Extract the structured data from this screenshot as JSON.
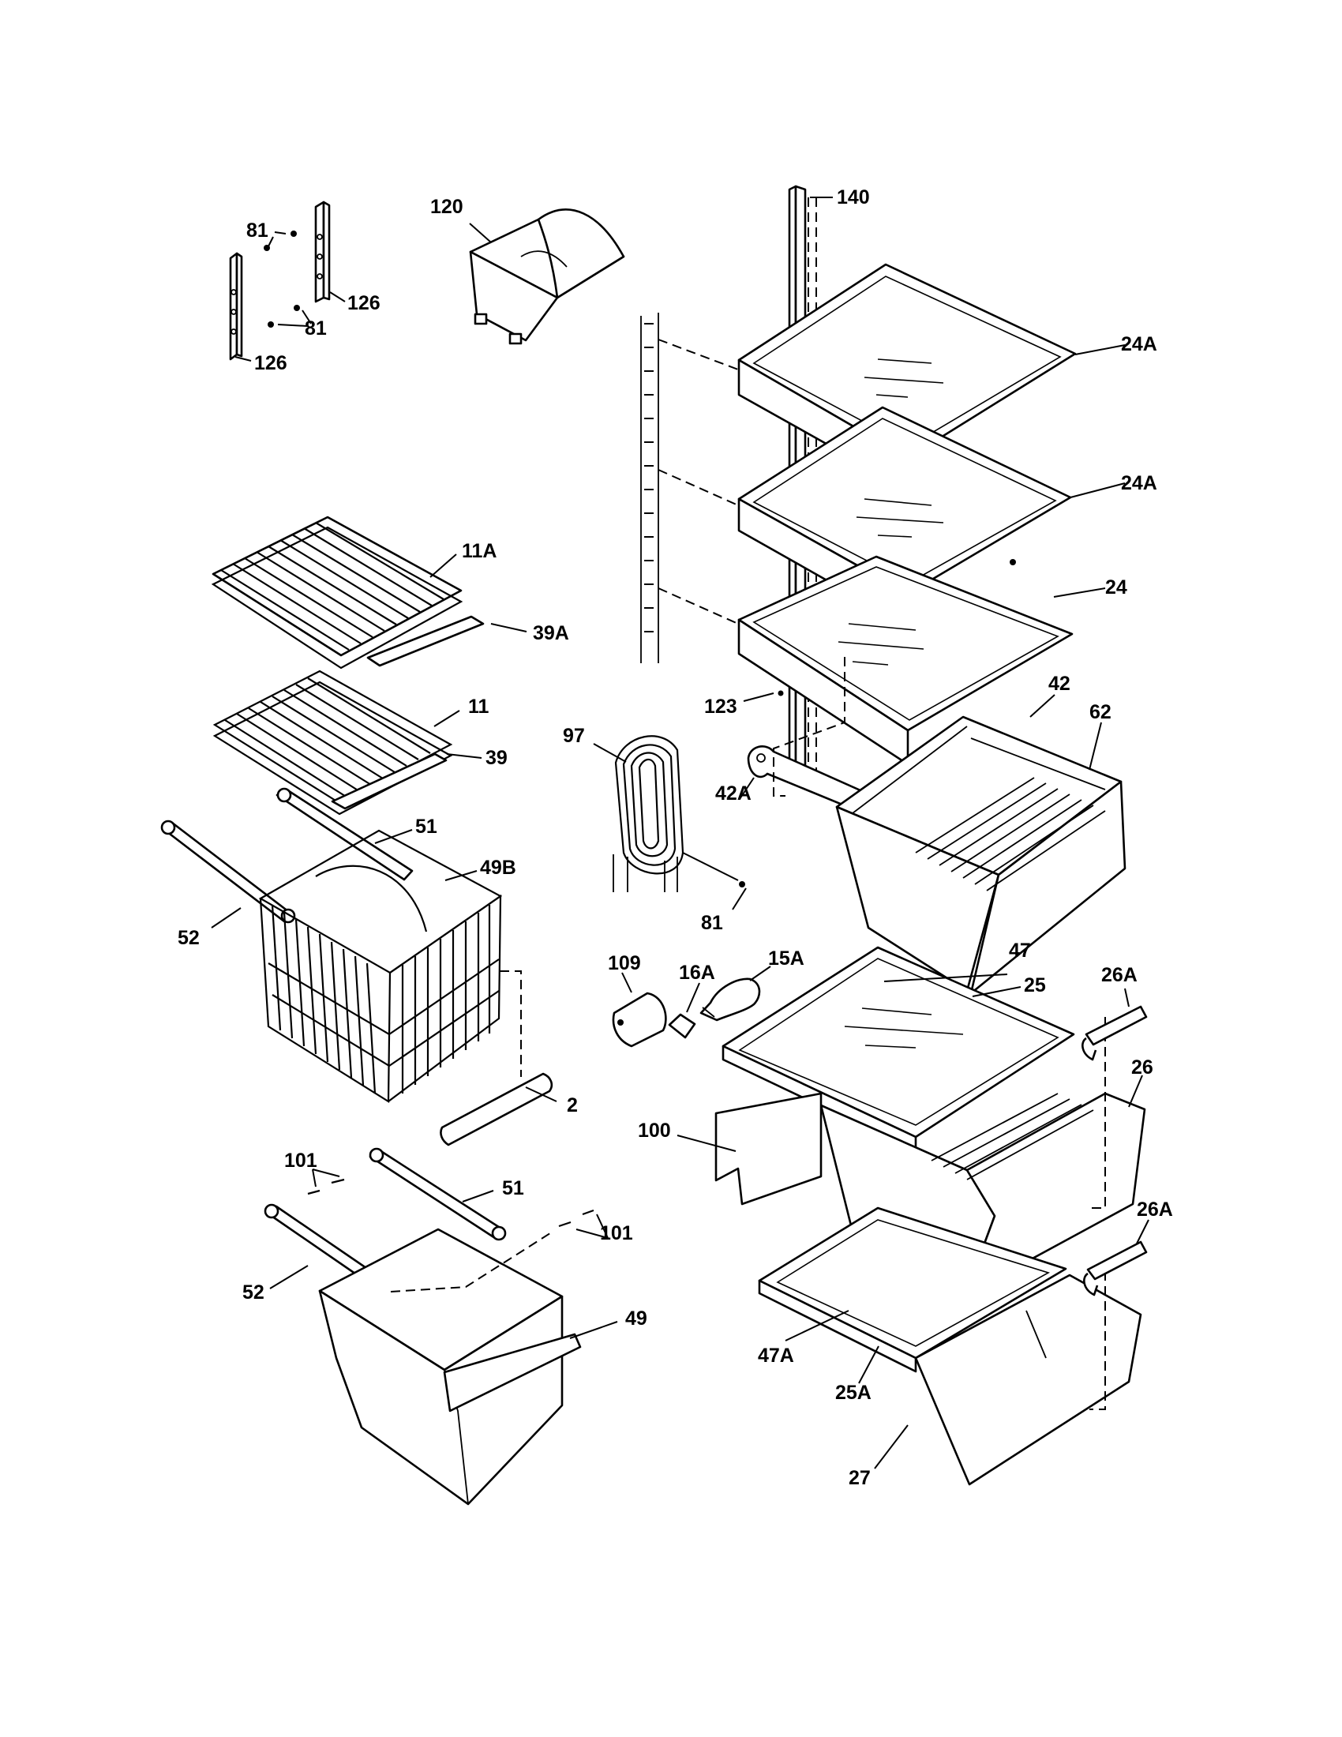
{
  "labels": {
    "l140": "140",
    "l120": "120",
    "l81a": "81",
    "l81b": "81",
    "l81c": "81",
    "l126a": "126",
    "l126b": "126",
    "l24a1": "24A",
    "l24a2": "24A",
    "l24": "24",
    "l11a": "11A",
    "l39a": "39A",
    "l11": "11",
    "l39": "39",
    "l123": "123",
    "l42": "42",
    "l62": "62",
    "l97": "97",
    "l42a": "42A",
    "l51a": "51",
    "l49b": "49B",
    "l52a": "52",
    "l109": "109",
    "l16a": "16A",
    "l15a": "15A",
    "l47": "47",
    "l25": "25",
    "l26a1": "26A",
    "l26": "26",
    "l2": "2",
    "l100": "100",
    "l101a": "101",
    "l51b": "51",
    "l101b": "101",
    "l52b": "52",
    "l49": "49",
    "l26a2": "26A",
    "l47a": "47A",
    "l25a": "25A",
    "l27": "27"
  }
}
